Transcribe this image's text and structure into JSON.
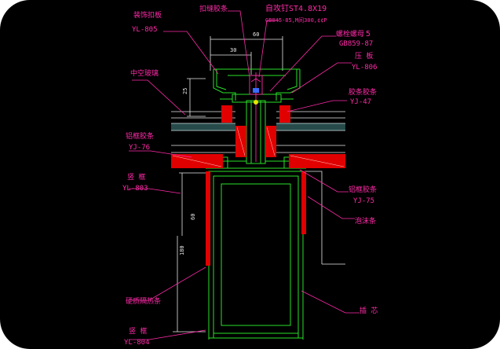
{
  "colors": {
    "background": "#000000",
    "profile_green": "#29e029",
    "annotation_magenta": "#ff2aa8",
    "seal_red": "#e00000",
    "dimension_white": "#e8e8e8",
    "glass_cyan": "#6fd3d3",
    "accent_yellow": "#e8e800",
    "accent_blue": "#3a6cff"
  },
  "labels": {
    "decor_strip": {
      "name": "装饰扣板",
      "code": "YL-805"
    },
    "snap_strip": {
      "name": "扣缝胶条"
    },
    "screw": {
      "spec": "自攻钉ST4.8X19",
      "standard": "GB845-85,M间300,¢¢P"
    },
    "bolt": {
      "name": "螺栓螺母",
      "size": "5",
      "standard": "GB859-87"
    },
    "pressure_plate": {
      "name": "压 板",
      "code": "YL-806"
    },
    "insulated_glass": {
      "name": "中空玻璃"
    },
    "rubber_strip_left": {
      "name": "铝框胶条",
      "code": "YJ-76"
    },
    "rubber_strip_right": {
      "name": "胶条胶条",
      "code": "YJ-47"
    },
    "vertical_frame": {
      "name": "竖 框",
      "code": "YL-803"
    },
    "gasket_right": {
      "name": "铝框胶条",
      "code": "YJ-75"
    },
    "sealant": {
      "name": "泡沫条"
    },
    "insulating_strip": {
      "name": "硬质隔热条"
    },
    "sleeve": {
      "name": "插 芯"
    },
    "bottom_frame": {
      "name": "竖 框",
      "code": "YL-804"
    }
  },
  "dimensions": {
    "top_width": "60",
    "half_width": "30",
    "top_height": "25",
    "height_60": "60",
    "height_180": "180"
  }
}
